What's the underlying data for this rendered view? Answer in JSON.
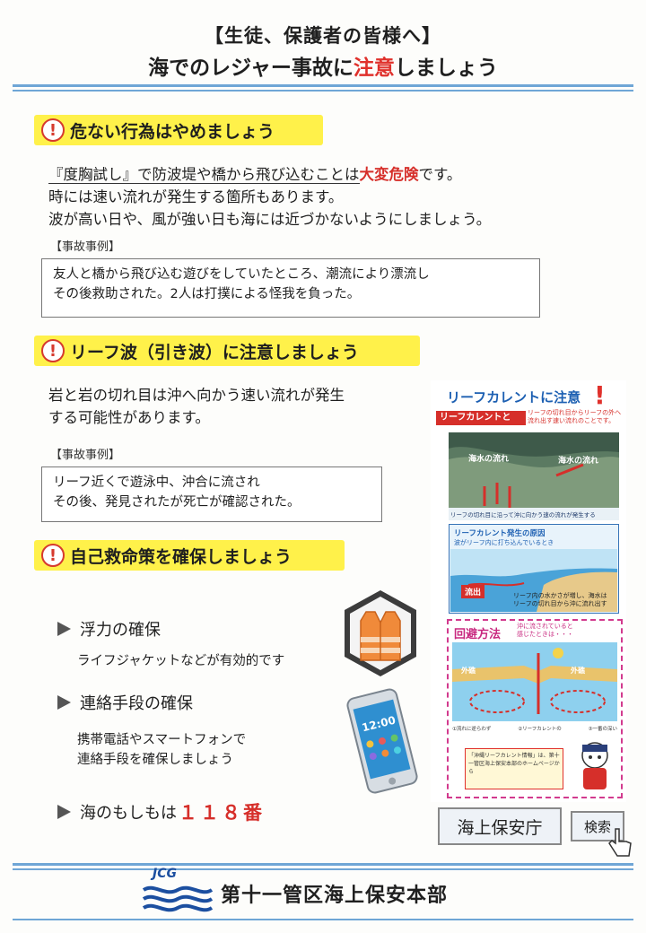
{
  "header": {
    "line1": "【生徒、保護者の皆様へ】",
    "line2_a": "海でのレジャー事故に",
    "line2_b": "注意",
    "line2_c": "しましょう"
  },
  "section1": {
    "heading": "危ない行為はやめましょう",
    "line1_a": "『度胸試し』で防波堤や橋から飛び込むことは",
    "line1_b": "大変危険",
    "line1_c": "です。",
    "line2": "時には速い流れが発生する箇所もあります。",
    "line3": "波が高い日や、風が強い日も海には近づかないようにしましょう。",
    "case_label": "【事故事例】",
    "case_line1": "友人と橋から飛び込む遊びをしていたところ、潮流により漂流し",
    "case_line2": "その後救助された。2人は打撲による怪我を負った。"
  },
  "section2": {
    "heading": "リーフ波（引き波）に注意しましょう",
    "line1": "岩と岩の切れ目は沖へ向かう速い流れが発生",
    "line2": "する可能性があります。",
    "case_label": "【事故事例】",
    "case_line1": "リーフ近くで遊泳中、沖合に流され",
    "case_line2": "その後、発見されたが死亡が確認された。"
  },
  "section3": {
    "heading": "自己救命策を確保しましょう",
    "b1": "浮力の確保",
    "b1_sub": "ライフジャケットなどが有効的です",
    "b2": "連絡手段の確保",
    "b2_sub1": "携帯電話やスマートフォンで",
    "b2_sub2": "連絡手段を確保しましょう",
    "b3_a": "海のもしもは",
    "b3_b": "１１８番"
  },
  "phone": {
    "time": "12:00"
  },
  "leaflet": {
    "title": "リーフカレントに注意",
    "subtitle": "リーフカレントとは？",
    "sub_desc1": "リーフの切れ目からリーフの外へ",
    "sub_desc2": "流れ出す速い流れのことです。",
    "photo_label1": "海水の流れ",
    "photo_label2": "海水の流れ",
    "photo_caption": "リーフの切れ目に沿って沖に向かう速の流れが発生する",
    "diagram_title": "リーフカレント発生の原因",
    "diagram_sub": "波がリーフ内に打ち込んでいるとき",
    "outflow": "流出",
    "diagram_note1": "リーフ内の水かさが増し、海水は",
    "diagram_note2": "リーフの切れ目から沖に流れ出す",
    "avoid_title": "回避方法",
    "avoid_desc1": "沖に流されていると",
    "avoid_desc2": "感じたときは・・・",
    "label_sotoura": "外礁",
    "step1": "①流れに逆らわず",
    "step2": "②リーフカレントの",
    "step3": "③一番の深い",
    "info": "「沖縄リーフカレント情報」は、第十一管区海上保安本部のホームページから"
  },
  "search": {
    "box": "海上保安庁",
    "button": "検索"
  },
  "footer": {
    "logo": "JCG",
    "org": "第十一管区海上保安本部"
  },
  "colors": {
    "rule": "#6fa6d6",
    "heading_bg": "#fff14a",
    "accent_red": "#d62f2a",
    "leaflet_border": "#d23a8e"
  }
}
